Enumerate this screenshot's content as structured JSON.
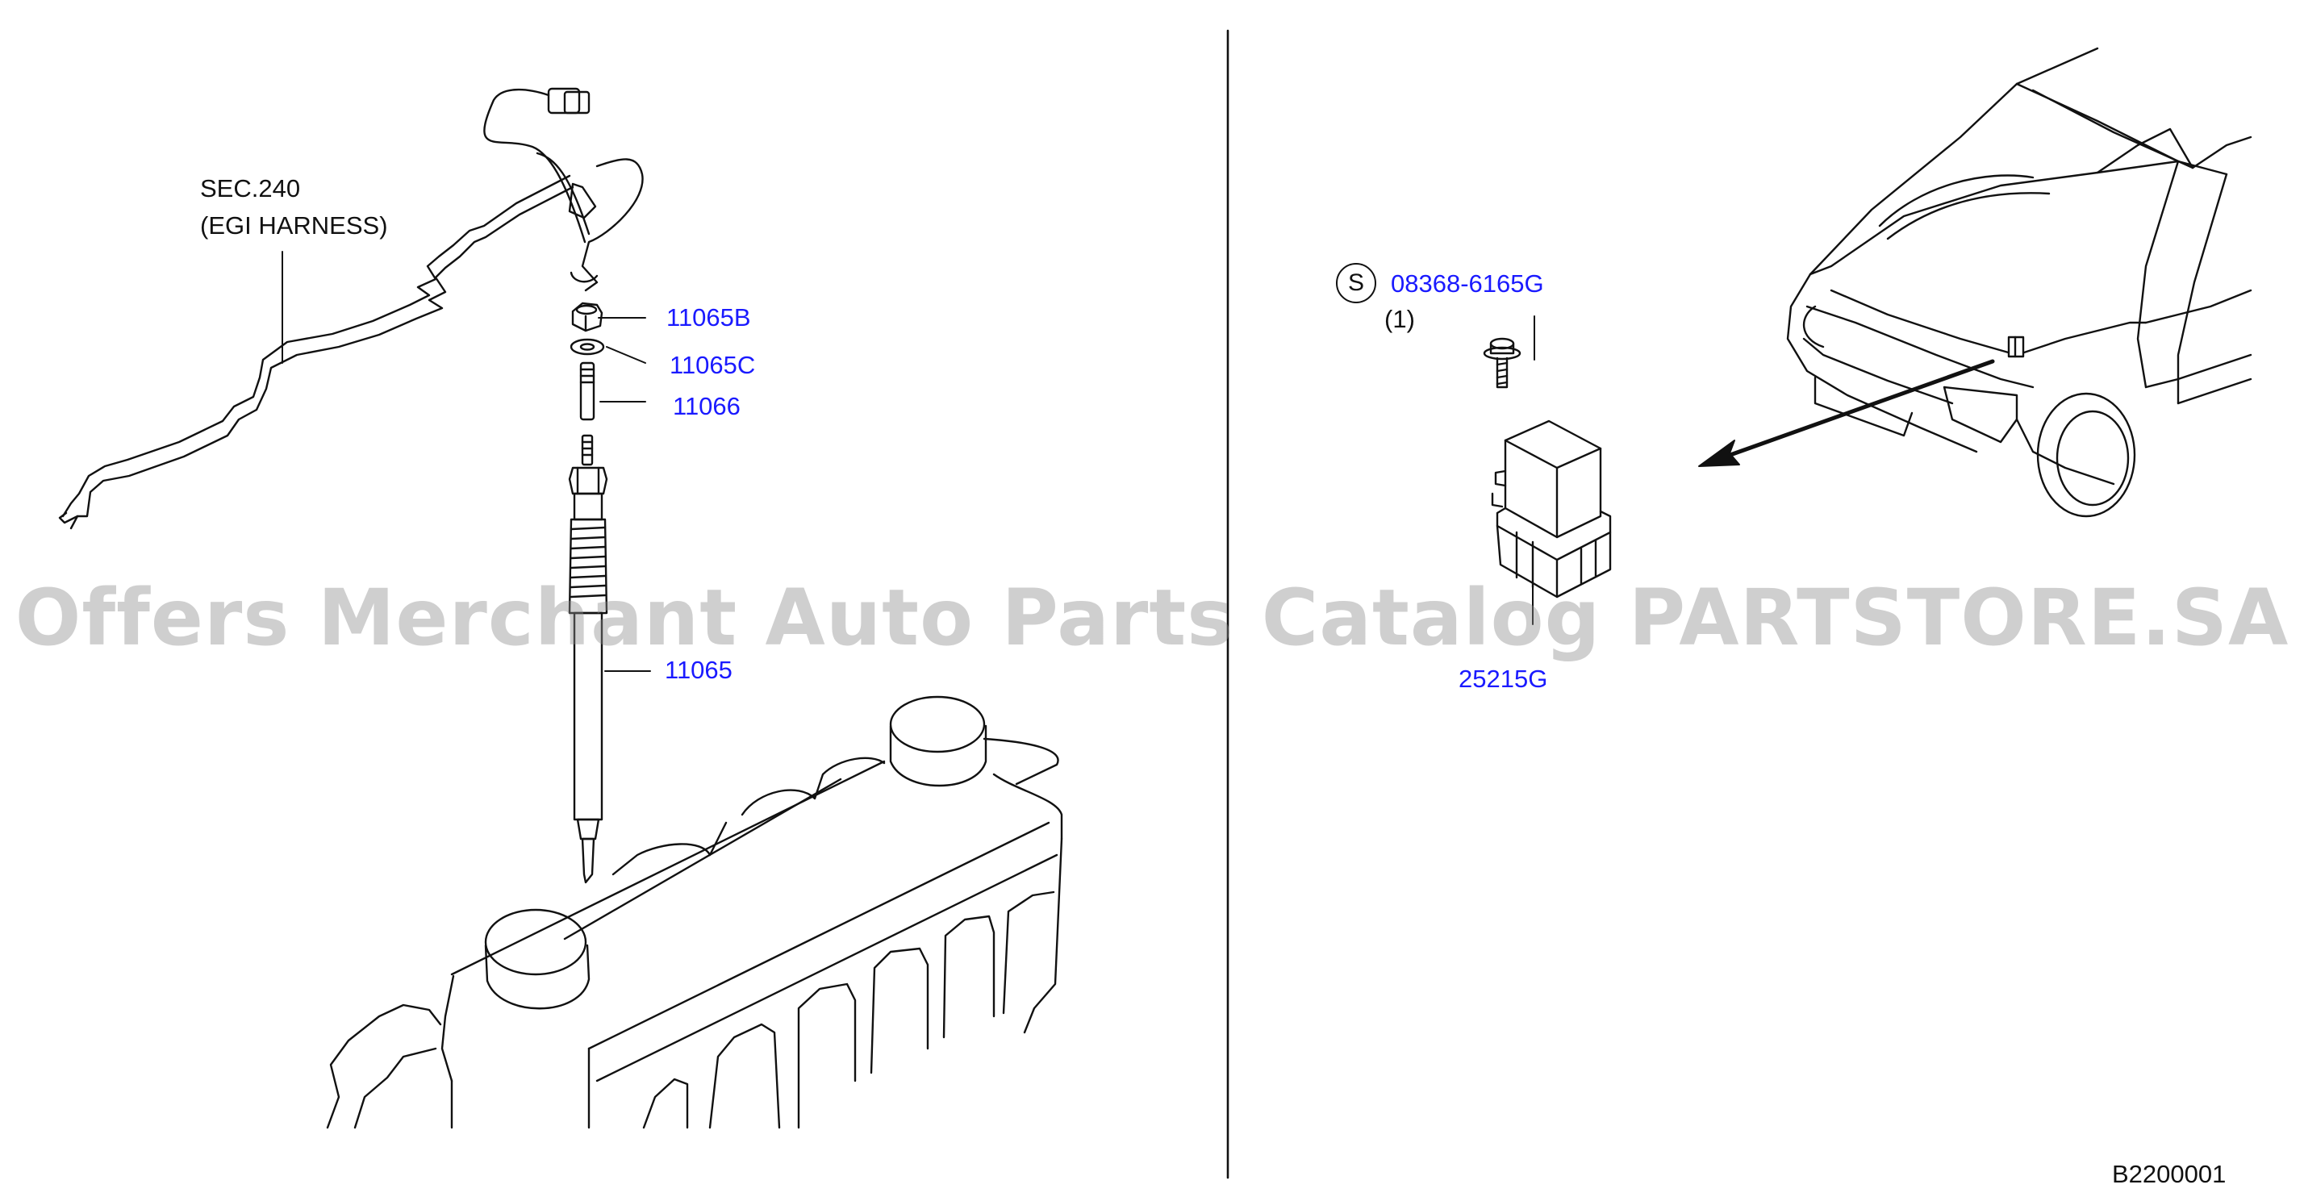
{
  "diagram": {
    "section_ref": "SEC.240",
    "section_desc": "(EGI   HARNESS)",
    "parts": {
      "p11065B": "11065B",
      "p11065C": "11065C",
      "p11066": "11066",
      "p11065": "11065",
      "bolt": "08368-6165G",
      "bolt_qty": "(1)",
      "relay": "25215G"
    },
    "standard_symbol": "S",
    "drawing_code": "B2200001"
  },
  "watermark": "Offers Merchant Auto Parts Catalog PARTSTORE.SA",
  "colors": {
    "part_number": "#1a1aff",
    "line": "#111111",
    "watermark": "#8c8c8c"
  }
}
